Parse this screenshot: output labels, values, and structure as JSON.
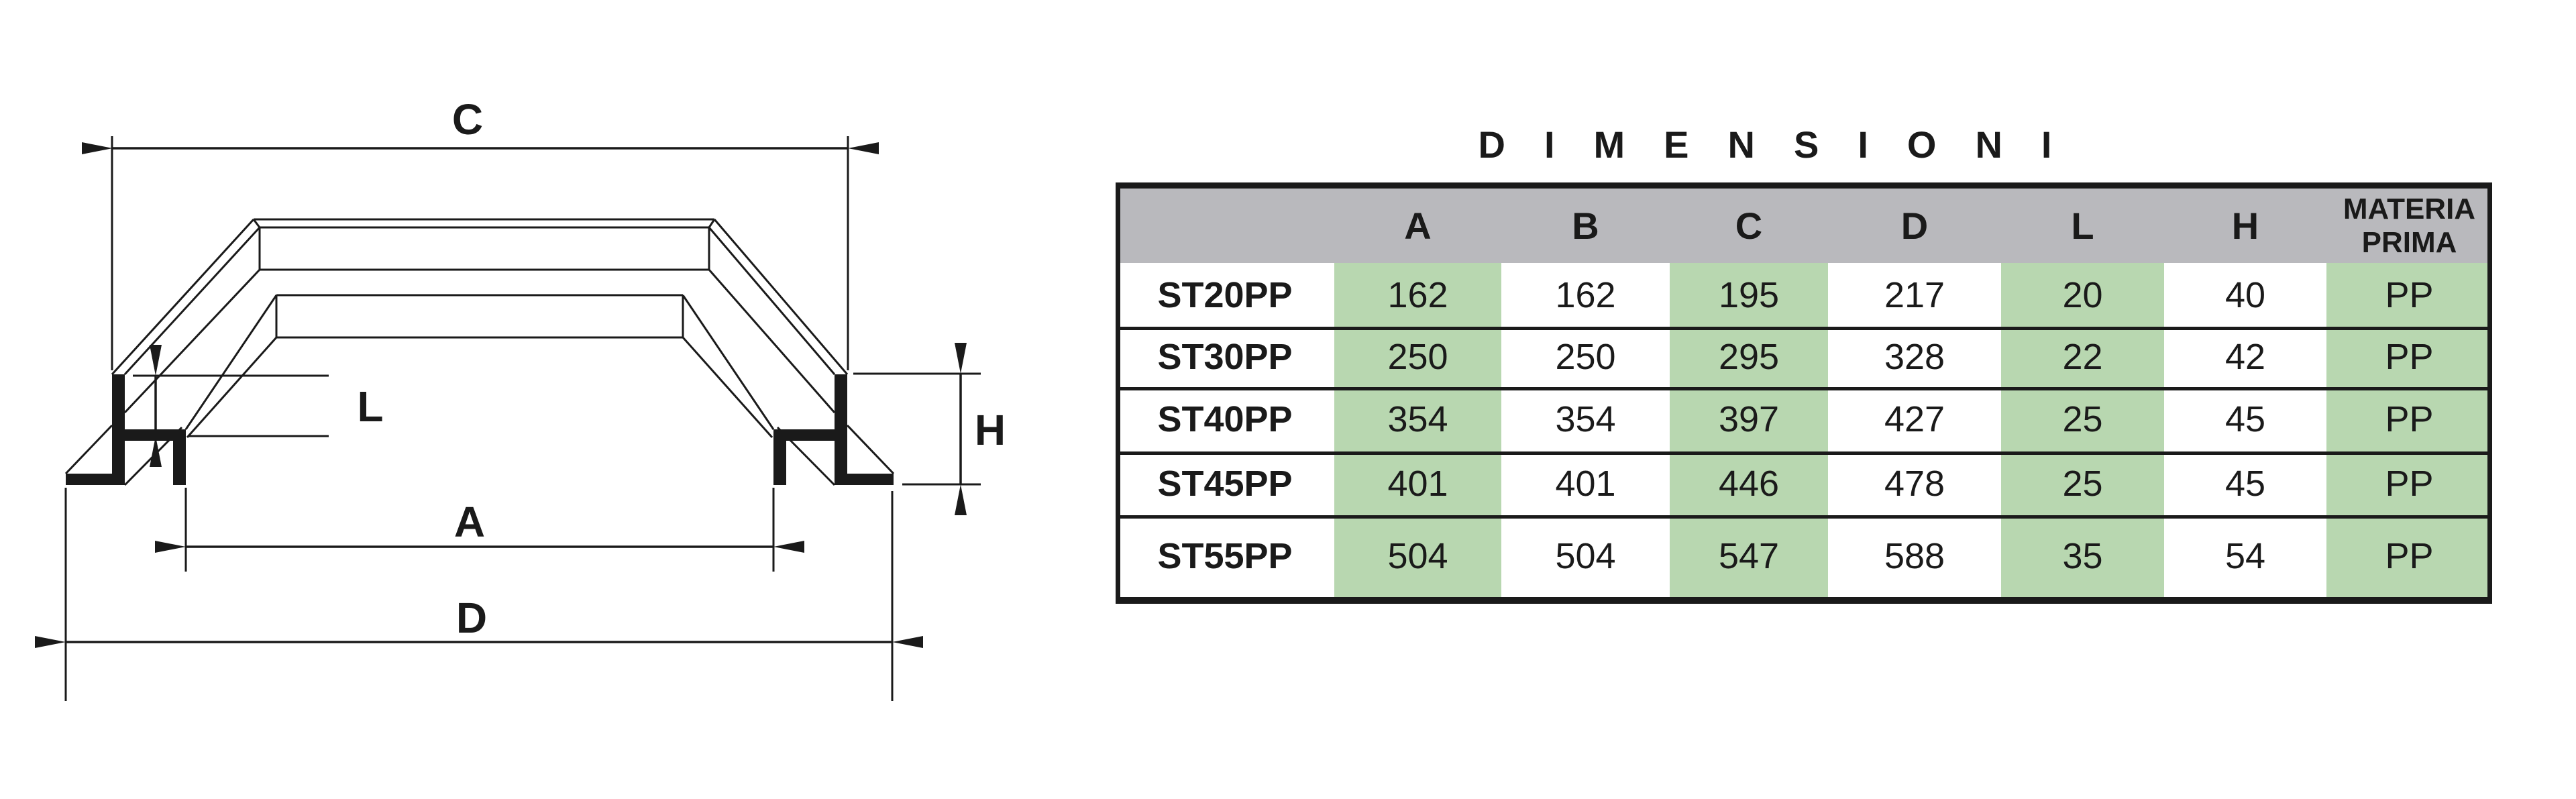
{
  "diagram": {
    "labels": {
      "c": "C",
      "l": "L",
      "a": "A",
      "d": "D",
      "h": "H"
    }
  },
  "table": {
    "title": "DIMENSIONI",
    "columns": [
      "",
      "A",
      "B",
      "C",
      "D",
      "L",
      "H",
      "MATERIA PRIMA"
    ],
    "materia_prima_lines": [
      "MATERIA",
      "PRIMA"
    ],
    "rows": [
      {
        "code": "ST20PP",
        "values": [
          "162",
          "162",
          "195",
          "217",
          "20",
          "40",
          "PP"
        ]
      },
      {
        "code": "ST30PP",
        "values": [
          "250",
          "250",
          "295",
          "328",
          "22",
          "42",
          "PP"
        ]
      },
      {
        "code": "ST40PP",
        "values": [
          "354",
          "354",
          "397",
          "427",
          "25",
          "45",
          "PP"
        ]
      },
      {
        "code": "ST45PP",
        "values": [
          "401",
          "401",
          "446",
          "478",
          "25",
          "45",
          "PP"
        ]
      },
      {
        "code": "ST55PP",
        "values": [
          "504",
          "504",
          "547",
          "588",
          "35",
          "54",
          "PP"
        ]
      }
    ],
    "colors": {
      "header_bg": "#b9b9bd",
      "band_bg": "#b8d7b0",
      "line": "#1a1a1a"
    }
  }
}
